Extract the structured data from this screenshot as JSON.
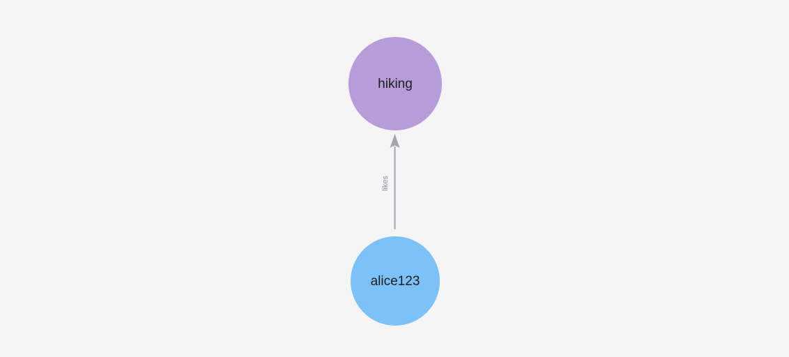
{
  "background": "#f5f5f6",
  "graph": {
    "nodes": [
      {
        "id": "hiking",
        "label": "hiking",
        "color": "#b69cd8",
        "text_color": "#1d1d1f"
      },
      {
        "id": "alice123",
        "label": "alice123",
        "color": "#7dc1f9",
        "text_color": "#1d1d1f"
      }
    ],
    "edge": {
      "from": "alice123",
      "to": "hiking",
      "label": "likes",
      "direction": "up",
      "line_color": "#a3a6b0",
      "label_color": "#8d9097"
    }
  }
}
